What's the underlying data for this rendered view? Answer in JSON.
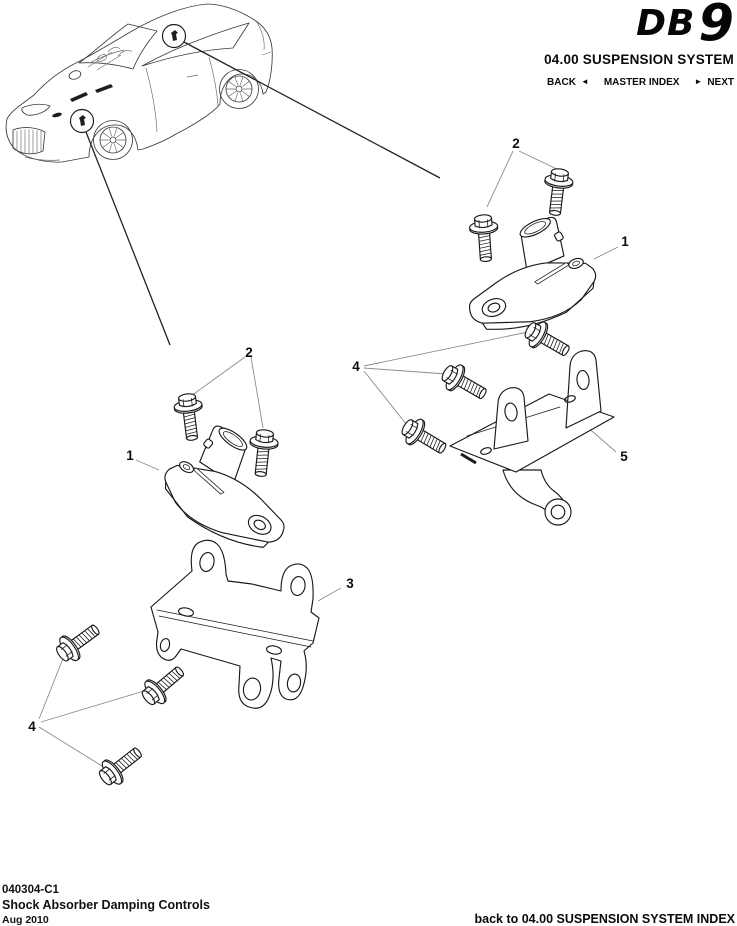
{
  "header": {
    "logo_db": "DB",
    "logo_nine": "9",
    "section_title": "04.00 SUSPENSION SYSTEM",
    "nav": {
      "back_label": "BACK",
      "back_arrow": "◄",
      "master_index_label": "MASTER INDEX",
      "next_arrow": "►",
      "next_label": "NEXT"
    }
  },
  "figure": {
    "part_labels": [
      {
        "text": "2"
      },
      {
        "text": "1"
      },
      {
        "text": "4"
      },
      {
        "text": "5"
      },
      {
        "text": "2"
      },
      {
        "text": "1"
      },
      {
        "text": "3"
      },
      {
        "text": "4"
      }
    ]
  },
  "footer": {
    "document_code": "040304-C1",
    "document_title": "Shock Absorber Damping Controls",
    "date": "Aug 2010",
    "index_link": "back to 04.00 SUSPENSION SYSTEM INDEX"
  }
}
